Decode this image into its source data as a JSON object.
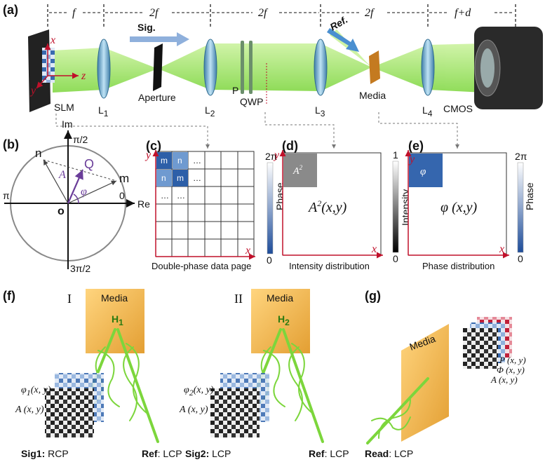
{
  "panels": {
    "a": "(a)",
    "b": "(b)",
    "c": "(c)",
    "d": "(d)",
    "e": "(e)",
    "f": "(f)",
    "g": "(g)"
  },
  "setup": {
    "dist": [
      "f",
      "2f",
      "2f",
      "2f",
      "f+d"
    ],
    "sig": "Sig.",
    "ref": "Ref.",
    "slm": "SLM",
    "l1": "L",
    "l1_sub": "1",
    "aperture": "Aperture",
    "l2": "L",
    "l2_sub": "2",
    "p": "P",
    "qwp": "QWP",
    "l3": "L",
    "l3_sub": "3",
    "media": "Media",
    "l4": "L",
    "l4_sub": "4",
    "cmos": "CMOS",
    "axis_x": "x",
    "axis_y": "y",
    "axis_z": "z"
  },
  "complex_plane": {
    "im": "Im",
    "re": "Re",
    "pi_half": "π/2",
    "pi": "π",
    "zero": "0",
    "three_pi_half": "3π/2",
    "o": "o",
    "n": "n",
    "m": "m",
    "q": "Q",
    "a": "A",
    "phi": "φ"
  },
  "panel_c": {
    "cells": [
      "m",
      "n",
      "…",
      "n",
      "m",
      "…",
      "…",
      "…"
    ],
    "x": "x",
    "y": "y",
    "cbar_top": "2π",
    "cbar_bottom": "0",
    "cbar_label": "Phase",
    "caption": "Double-phase data page"
  },
  "panel_d": {
    "cell": "A",
    "cell_sup": "2",
    "center_a": "A",
    "center_sup": "2",
    "center_rest": "(x,y)",
    "x": "x",
    "y": "y",
    "cbar_top": "1",
    "cbar_bottom": "0",
    "cbar_label": "Intensity",
    "caption": "Intensity distribution"
  },
  "panel_e": {
    "cell": "φ",
    "center": "φ (x,y)",
    "x": "x",
    "y": "y",
    "cbar_top": "2π",
    "cbar_bottom": "0",
    "cbar_label": "Phase",
    "caption": "Phase distribution"
  },
  "panel_f": {
    "roman1": "I",
    "roman2": "II",
    "media1": "Media",
    "media2": "Media",
    "h1": "H",
    "h1_sub": "1",
    "h2": "H",
    "h2_sub": "2",
    "phi1": "φ",
    "phi1_sub": "1",
    "phi1_rest": "(x, y)",
    "a1": "A (x, y)",
    "phi2": "φ",
    "phi2_sub": "2",
    "phi2_rest": "(x, y)",
    "a2": "A (x, y)",
    "sig1_b": "Sig1:",
    "sig1_r": " RCP",
    "ref1_b": "Ref",
    "ref1_r": ": LCP",
    "sig2_b": "Sig2:",
    "sig2_r": " LCP",
    "ref2_b": "Ref",
    "ref2_r": ": LCP"
  },
  "panel_g": {
    "media": "Media",
    "p": "P (x, y)",
    "phi": "Φ (x, y)",
    "a": "A (x, y)",
    "read_b": "Read",
    "read_r": ": LCP"
  },
  "colors": {
    "beam": "#9be25a",
    "lens": "#7fb6d8",
    "media": "#f0a830",
    "cbar_phase": "#2d5fa8"
  }
}
